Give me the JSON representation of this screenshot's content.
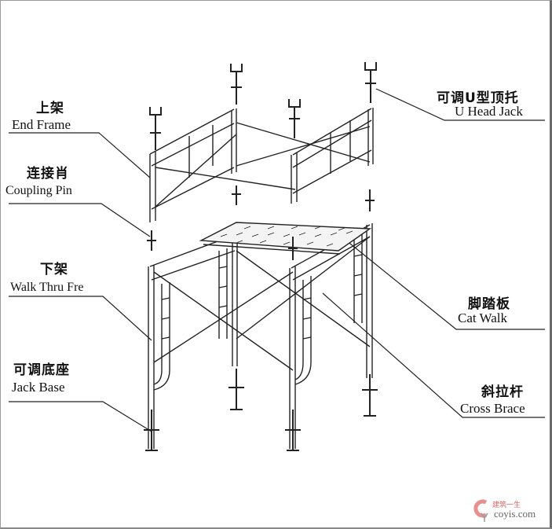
{
  "labels": {
    "end_frame": {
      "zh": "上架",
      "en": "End Frame"
    },
    "coupling_pin": {
      "zh": "连接肖",
      "en": "Coupling Pin"
    },
    "walk_thru_frame": {
      "zh": "下架",
      "en": "Walk Thru Fre"
    },
    "jack_base": {
      "zh": "可调底座",
      "en": "Jack Base"
    },
    "u_head_jack": {
      "zh": "可调U型顶托",
      "en": "U Head Jack"
    },
    "cat_walk": {
      "zh": "脚踏板",
      "en": "Cat Walk"
    },
    "cross_brace": {
      "zh": "斜拉杆",
      "en": "Cross Brace"
    }
  },
  "watermark": {
    "zh": "建筑一生",
    "en": "coyis.com",
    "accent": "#e07070"
  }
}
